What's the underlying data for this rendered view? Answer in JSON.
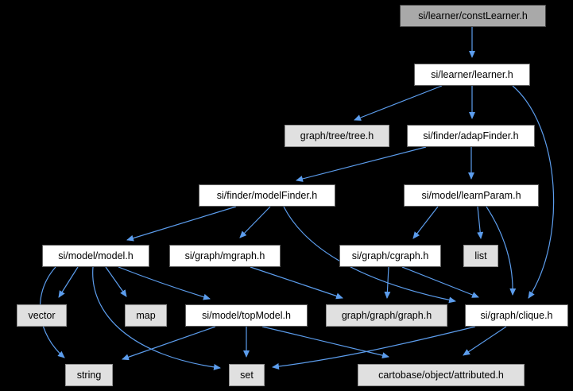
{
  "diagram": {
    "type": "include-dependency-graph",
    "root_file": "si/learner/constLearner.h",
    "colors": {
      "background": "#000000",
      "edge": "#5c9ded",
      "internal_node_fill": "#ffffff",
      "internal_node_border": "#606060",
      "external_node_fill": "#e0e0e0",
      "external_node_border": "#919191",
      "root_node_fill": "#a9a9a9",
      "text": "#000000"
    },
    "nodes": [
      {
        "id": "constLearner",
        "label": "si/learner/constLearner.h",
        "type": "root"
      },
      {
        "id": "learner",
        "label": "si/learner/learner.h",
        "type": "internal"
      },
      {
        "id": "tree",
        "label": "graph/tree/tree.h",
        "type": "external"
      },
      {
        "id": "adapFinder",
        "label": "si/finder/adapFinder.h",
        "type": "internal"
      },
      {
        "id": "modelFinder",
        "label": "si/finder/modelFinder.h",
        "type": "internal"
      },
      {
        "id": "learnParam",
        "label": "si/model/learnParam.h",
        "type": "internal"
      },
      {
        "id": "model",
        "label": "si/model/model.h",
        "type": "internal"
      },
      {
        "id": "mgraph",
        "label": "si/graph/mgraph.h",
        "type": "internal"
      },
      {
        "id": "cgraph",
        "label": "si/graph/cgraph.h",
        "type": "internal"
      },
      {
        "id": "list",
        "label": "list",
        "type": "external"
      },
      {
        "id": "vector",
        "label": "vector",
        "type": "external"
      },
      {
        "id": "map",
        "label": "map",
        "type": "external"
      },
      {
        "id": "topModel",
        "label": "si/model/topModel.h",
        "type": "internal"
      },
      {
        "id": "graphgraph",
        "label": "graph/graph/graph.h",
        "type": "external"
      },
      {
        "id": "clique",
        "label": "si/graph/clique.h",
        "type": "internal"
      },
      {
        "id": "string",
        "label": "string",
        "type": "external"
      },
      {
        "id": "set",
        "label": "set",
        "type": "external"
      },
      {
        "id": "attributed",
        "label": "cartobase/object/attributed.h",
        "type": "external"
      }
    ],
    "edges": [
      {
        "from": "constLearner",
        "to": "learner"
      },
      {
        "from": "learner",
        "to": "tree"
      },
      {
        "from": "learner",
        "to": "adapFinder"
      },
      {
        "from": "learner",
        "to": "clique"
      },
      {
        "from": "adapFinder",
        "to": "modelFinder"
      },
      {
        "from": "adapFinder",
        "to": "learnParam"
      },
      {
        "from": "modelFinder",
        "to": "model"
      },
      {
        "from": "modelFinder",
        "to": "mgraph"
      },
      {
        "from": "modelFinder",
        "to": "clique"
      },
      {
        "from": "learnParam",
        "to": "cgraph"
      },
      {
        "from": "learnParam",
        "to": "list"
      },
      {
        "from": "learnParam",
        "to": "clique"
      },
      {
        "from": "model",
        "to": "vector"
      },
      {
        "from": "model",
        "to": "map"
      },
      {
        "from": "model",
        "to": "string"
      },
      {
        "from": "model",
        "to": "set"
      },
      {
        "from": "model",
        "to": "topModel"
      },
      {
        "from": "mgraph",
        "to": "graphgraph"
      },
      {
        "from": "cgraph",
        "to": "graphgraph"
      },
      {
        "from": "cgraph",
        "to": "clique"
      },
      {
        "from": "topModel",
        "to": "string"
      },
      {
        "from": "topModel",
        "to": "set"
      },
      {
        "from": "topModel",
        "to": "attributed"
      },
      {
        "from": "clique",
        "to": "set"
      },
      {
        "from": "clique",
        "to": "attributed"
      }
    ]
  }
}
